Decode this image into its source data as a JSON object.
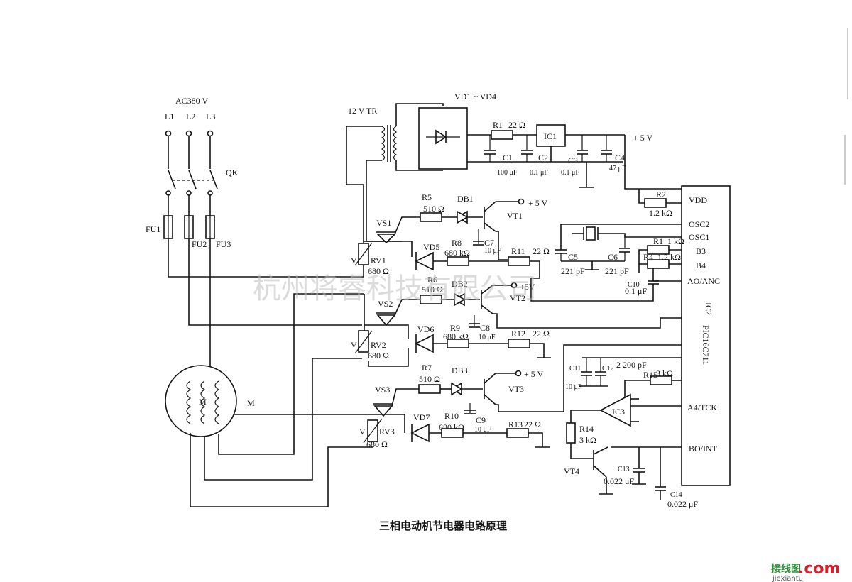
{
  "title": "三相电动机节电器电路原理",
  "watermark": "杭州将睿科技有限公司",
  "brand": {
    "cn": "接线图",
    "dot_com": ".com",
    "url": "jiexiantu"
  },
  "supply": {
    "label": "AC380 V",
    "phases": [
      "L1",
      "L2",
      "L3"
    ],
    "switch": "QK",
    "fuses": [
      "FU1",
      "FU2",
      "FU3"
    ]
  },
  "motor": {
    "label": "M",
    "inner": "M"
  },
  "transformer": {
    "label": "12 V  TR"
  },
  "bridge": {
    "label": "VD1 ~ VD4"
  },
  "regulator": {
    "r1": "R1",
    "r1_val": "22 Ω",
    "ic": "IC1",
    "out": "+ 5 V",
    "caps": [
      {
        "name": "C1",
        "val": "100 μF"
      },
      {
        "name": "C2",
        "val": "0.1 μF"
      },
      {
        "name": "C3",
        "val": "0.1 μF"
      },
      {
        "name": "C4",
        "val": "47 μF"
      }
    ]
  },
  "channels": [
    {
      "vs": "VS1",
      "rv": "RV1",
      "rv_val": "680 Ω",
      "v": "V",
      "vd": "VD5",
      "r_in": "R5",
      "r_in_val": "510 Ω",
      "db": "DB1",
      "vt": "VT1",
      "vcc": "+ 5 V",
      "r_mid": "R8",
      "r_mid_val": "680 kΩ",
      "c": "C7",
      "c_val": "10 μF",
      "r_out": "R11",
      "r_out_val": "22 Ω"
    },
    {
      "vs": "VS2",
      "rv": "RV2",
      "rv_val": "680 Ω",
      "v": "V",
      "vd": "VD6",
      "r_in": "R6",
      "r_in_val": "510 Ω",
      "db": "DB2",
      "vt": "VT2",
      "vcc": "+5V",
      "r_mid": "R9",
      "r_mid_val": "680 kΩ",
      "c": "C8",
      "c_val": "10 μF",
      "r_out": "R12",
      "r_out_val": "22 Ω"
    },
    {
      "vs": "VS3",
      "rv": "RV3",
      "rv_val": "680 Ω",
      "v": "V",
      "vd": "VD7",
      "r_in": "R7",
      "r_in_val": "510 Ω",
      "db": "DB3",
      "vt": "VT3",
      "vcc": "+ 5 V",
      "r_mid": "R10",
      "r_mid_val": "680 kΩ",
      "c": "C9",
      "c_val": "10 μF",
      "r_out": "R13",
      "r_out_val": "22 Ω"
    }
  ],
  "mcu": {
    "name": "IC2",
    "part": "PIC16C711",
    "pins": [
      "VDD",
      "OSC2",
      "OSC1",
      "B3",
      "B4",
      "AO/ANC",
      "A4/TCK",
      "BO/INT"
    ]
  },
  "mcu_parts": {
    "r2": "R2",
    "r2_val": "1.2 kΩ",
    "c5": "C5",
    "c5_val": "221 pF",
    "c6": "C6",
    "c6_val": "221 pF",
    "r_b3": "R1",
    "r_b3_val": "1 kΩ",
    "r_b4": "R4",
    "r_b4_val": "1.2 kΩ",
    "c10": "C10",
    "c10_val": "0.1 μF",
    "c11": "C11",
    "c11_val": "10 μF",
    "c12": "C12",
    "c12_val": "2 200 pF",
    "r15": "R15",
    "r15_val": "3 kΩ",
    "ic3": "IC3",
    "r14": "R14",
    "r14_val": "3 kΩ",
    "vt4": "VT4",
    "c13": "C13",
    "c13_val": "0.022 μF",
    "c14": "C14",
    "c14_val": "0.022 μF"
  }
}
